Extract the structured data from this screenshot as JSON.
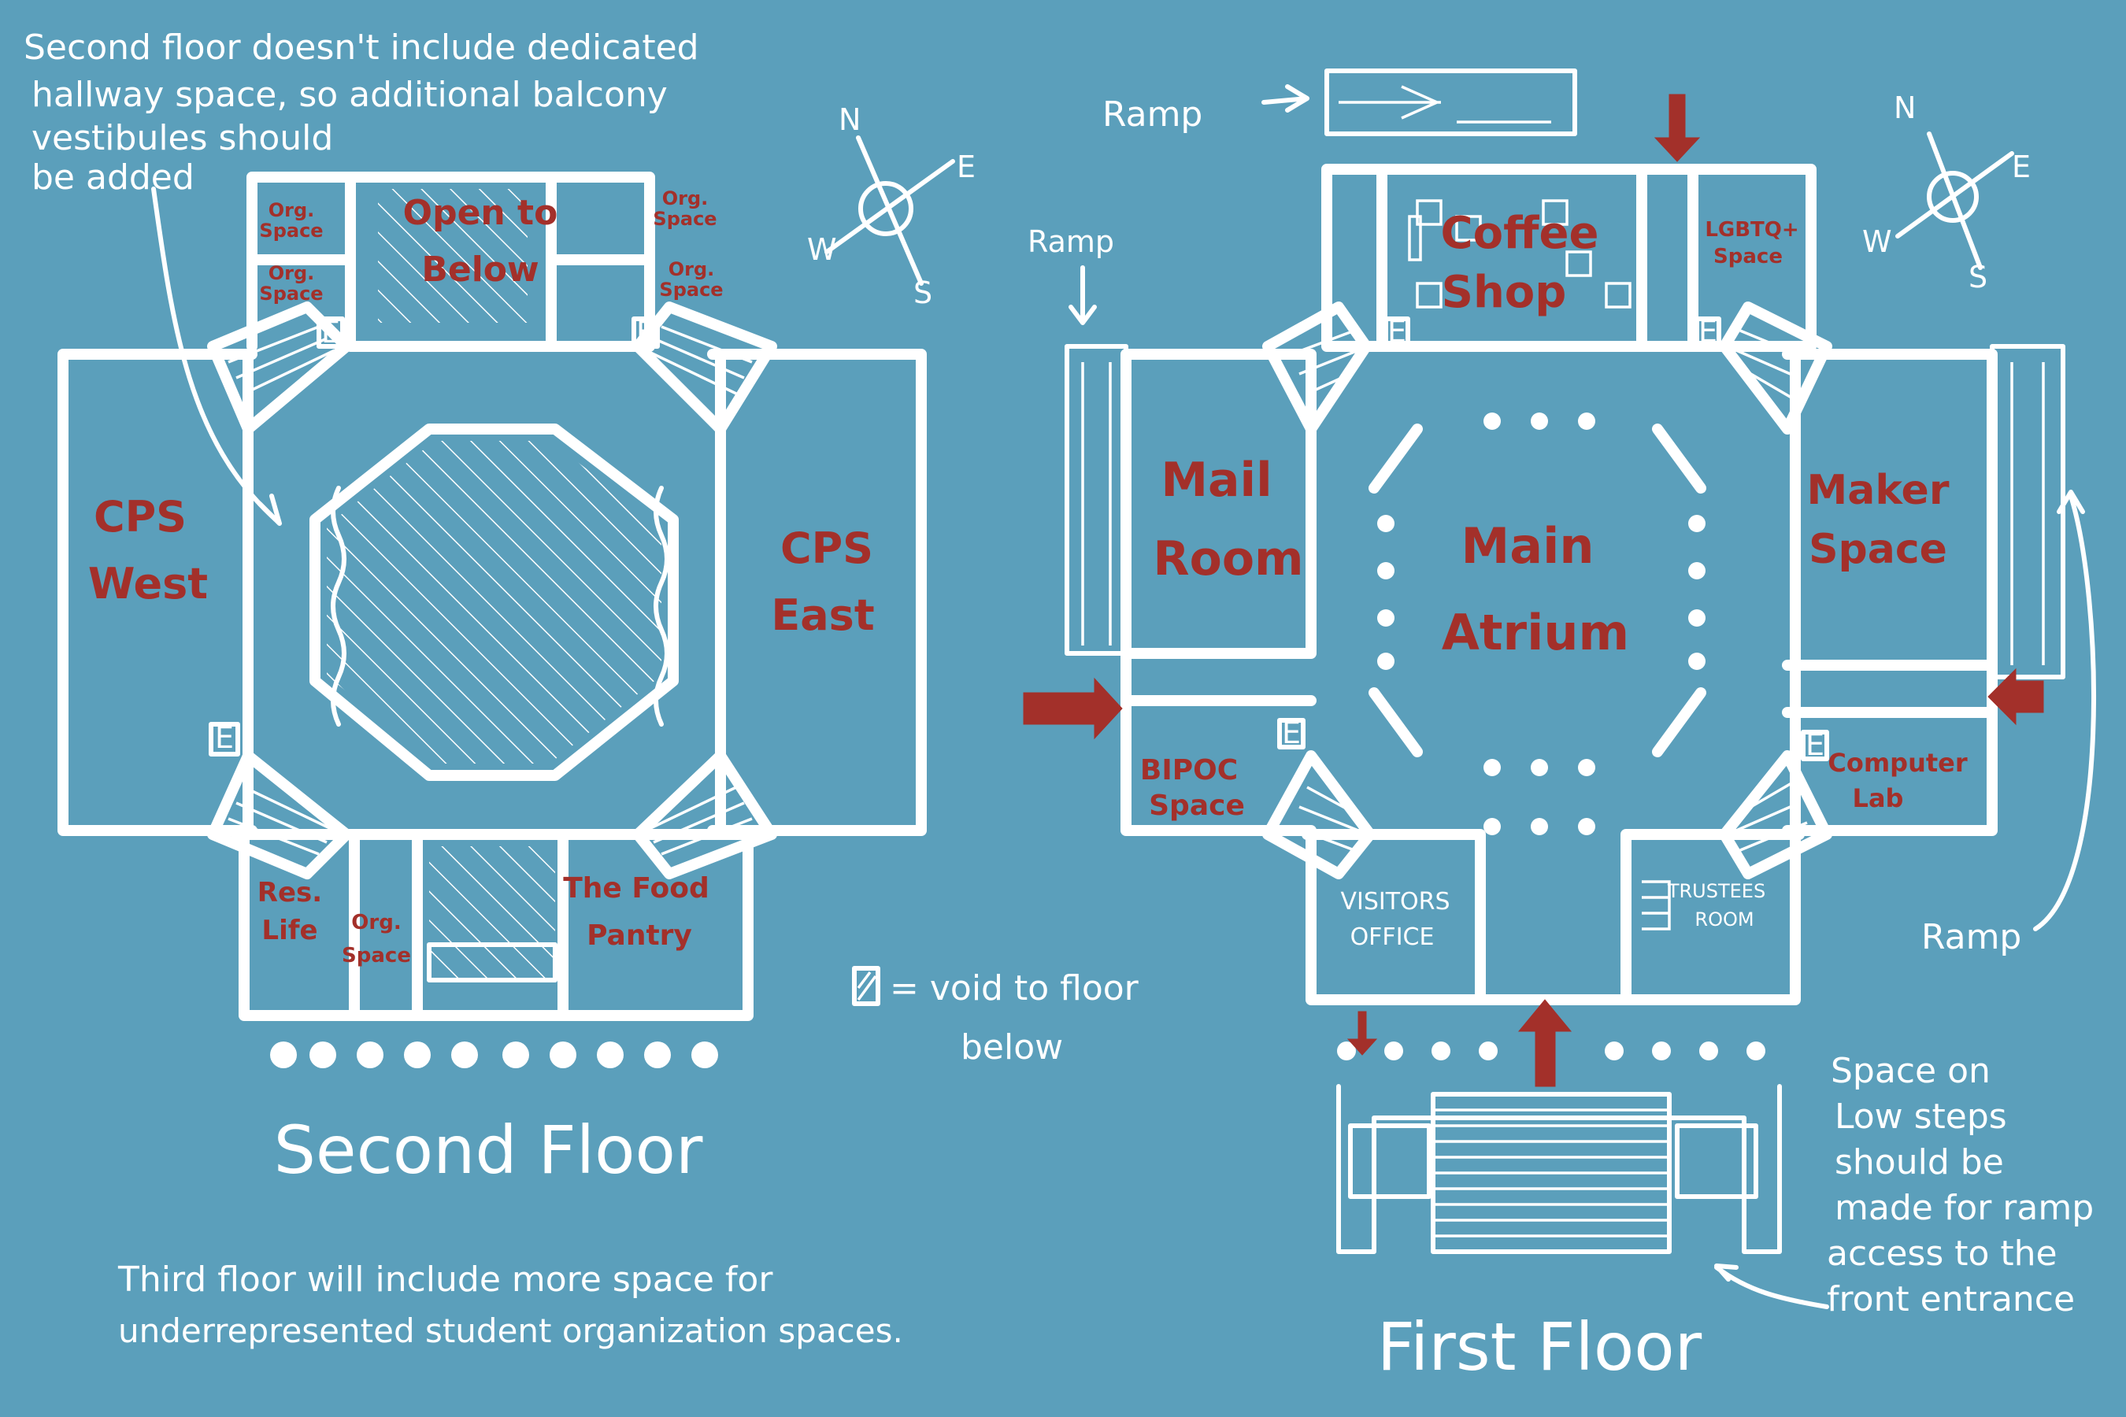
{
  "notes": {
    "second_floor_hallway": [
      "Second floor doesn't include dedicated",
      "hallway space, so additional balcony",
      "vestibules should",
      "be added"
    ],
    "third_floor": [
      "Third floor will include more space for",
      "underrepresented student organization spaces."
    ],
    "legend": [
      "= void to floor",
      "below"
    ],
    "low_steps": [
      "Space on",
      "Low steps",
      "should be",
      "made for ramp",
      "access to the",
      "front entrance"
    ]
  },
  "labels": {
    "ramp": "Ramp",
    "compass_n": "N",
    "compass_e": "E",
    "compass_s": "S",
    "compass_w": "W",
    "elevator": "E"
  },
  "second_floor": {
    "title": "Second Floor",
    "rooms": {
      "org_space_1": [
        "Org.",
        "Space"
      ],
      "org_space_2": [
        "Org.",
        "Space"
      ],
      "org_space_3": [
        "Org.",
        "Space"
      ],
      "org_space_4": [
        "Org.",
        "Space"
      ],
      "open_to_below": [
        "Open to",
        "Below"
      ],
      "cps_west": [
        "CPS",
        "West"
      ],
      "cps_east": [
        "CPS",
        "East"
      ],
      "res_life": [
        "Res.",
        "Life"
      ],
      "org_space_5": [
        "Org.",
        "Space"
      ],
      "food_pantry": [
        "The Food",
        "Pantry"
      ]
    }
  },
  "first_floor": {
    "title": "First Floor",
    "rooms": {
      "coffee_shop": [
        "Coffee",
        "Shop"
      ],
      "lgbtq_space": [
        "LGBTQ+",
        "Space"
      ],
      "mail_room": [
        "Mail",
        "Room"
      ],
      "main_atrium": [
        "Main",
        "Atrium"
      ],
      "maker_space": [
        "Maker",
        "Space"
      ],
      "bipoc_space": [
        "BIPOC",
        "Space"
      ],
      "computer_lab": [
        "Computer",
        "Lab"
      ],
      "visitors_office": [
        "VISITORS",
        "OFFICE"
      ],
      "trustees_room": [
        "TRUSTEES",
        "ROOM"
      ]
    }
  },
  "colors": {
    "background": "#5b9fbb",
    "chalk": "#ffffff",
    "accent": "#a3302a"
  }
}
